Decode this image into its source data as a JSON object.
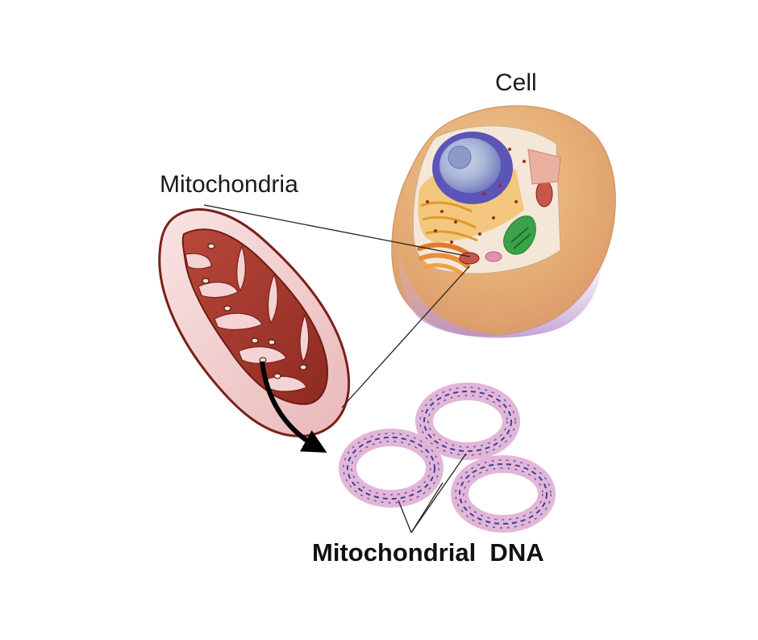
{
  "labels": {
    "cell": "Cell",
    "mitochondria": "Mitochondria",
    "mitochondrial_dna": "Mitochondrial  DNA"
  },
  "colors": {
    "cell_outer": "#e9b47d",
    "cell_lower": "#c9a4d8",
    "nucleus": "#5b55b8",
    "nucleolus": "#aab6d8",
    "golgi": "#f0a63a",
    "er": "#f3c06a",
    "chloroplast": "#3aa34a",
    "mito_outer": "#f3d6d6",
    "mito_inner": "#a5372c",
    "mito_edge": "#7a1f1a",
    "dna_ring": "#e3b6d8",
    "dna_helix": "#3b3f8f",
    "leader_line": "#222222"
  }
}
